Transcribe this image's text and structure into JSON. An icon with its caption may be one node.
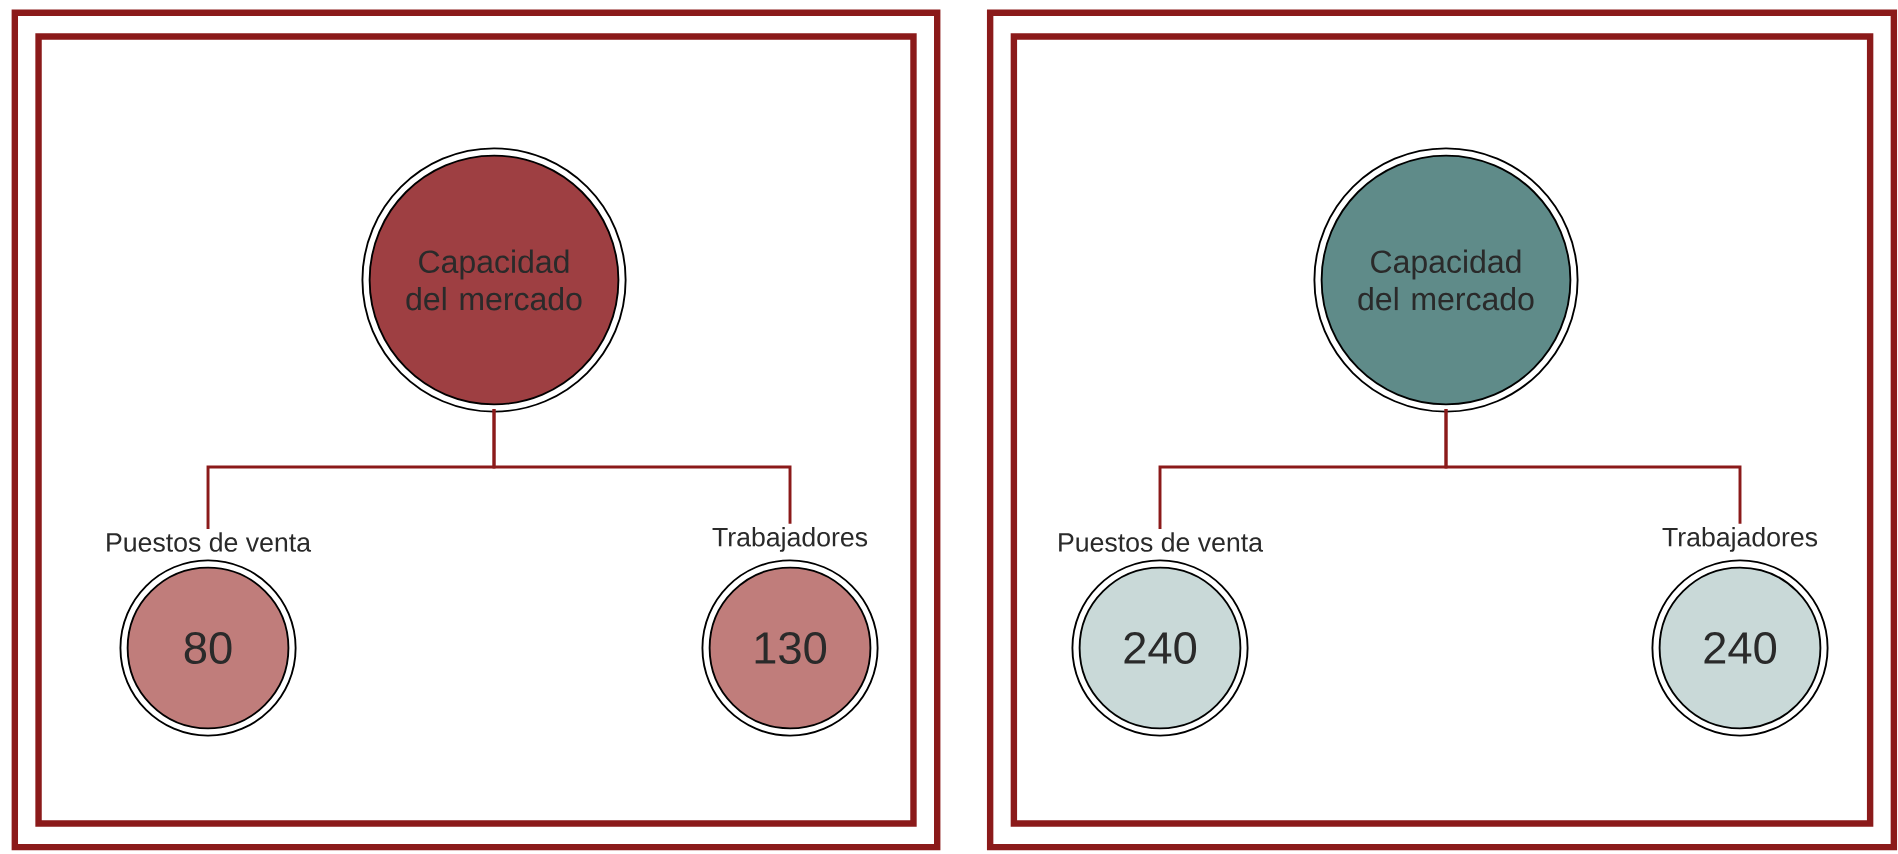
{
  "diagram": {
    "nodes": [
      {
        "text": [],
        "shape": "box"
      },
      {
        "text": [
          "Capacidad del mercado"
        ],
        "in": 0
      },
      {
        "text": [
          "Puestos de venta",
          "80"
        ],
        "in": 0
      },
      {
        "text": [
          "Trabajadores",
          "130"
        ],
        "in": 0
      },
      {
        "text": [],
        "shape": "box"
      },
      {
        "text": [
          "Capacidad del mercado"
        ],
        "in": 4
      },
      {
        "text": [
          "Puestos de venta",
          "240"
        ],
        "in": 4
      },
      {
        "text": [
          "Trabajadores",
          "240"
        ],
        "in": 4
      }
    ],
    "edges": [
      {
        "from": 1,
        "to": 2,
        "arrow": "none"
      },
      {
        "from": 1,
        "to": 3,
        "arrow": "none"
      },
      {
        "from": 5,
        "to": 6,
        "arrow": "none"
      },
      {
        "from": 5,
        "to": 7,
        "arrow": "none"
      }
    ]
  }
}
